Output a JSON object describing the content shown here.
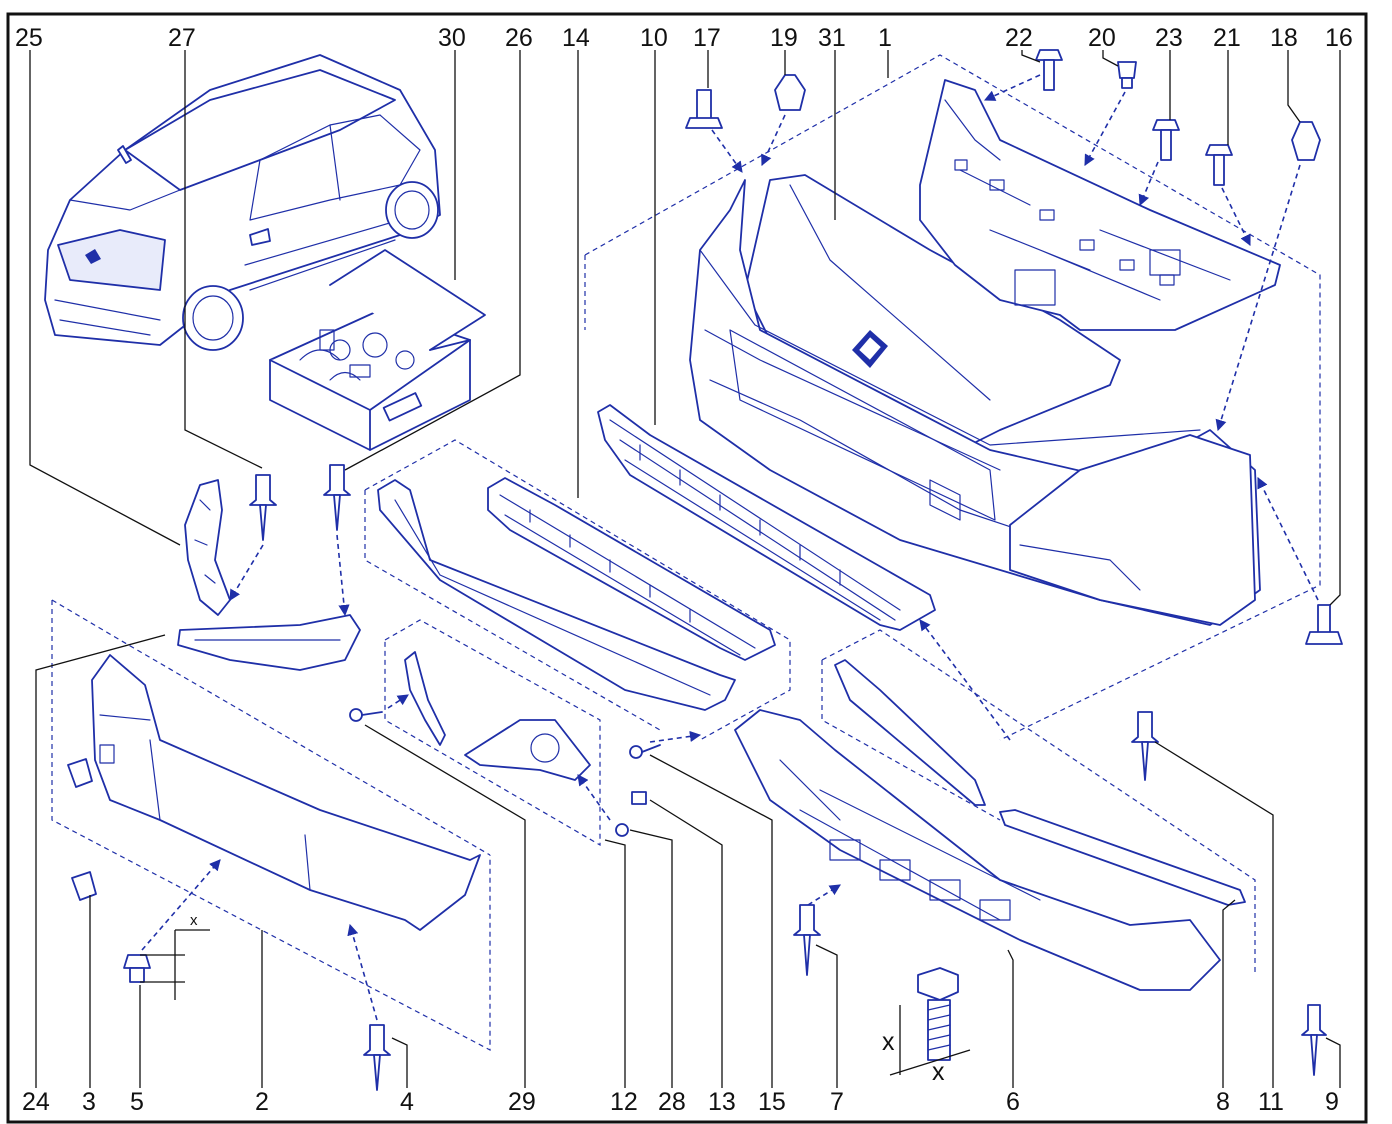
{
  "diagram": {
    "callouts_top": [
      "25",
      "27",
      "30",
      "26",
      "14",
      "10",
      "17",
      "19",
      "31",
      "1",
      "22",
      "20",
      "23",
      "21",
      "18",
      "16"
    ],
    "callouts_bottom": [
      "24",
      "3",
      "5",
      "2",
      "4",
      "29",
      "12",
      "28",
      "13",
      "15",
      "7",
      "6",
      "8",
      "11",
      "9"
    ],
    "dimension_label": "x",
    "colors": {
      "line": "#1f2fa8",
      "frame": "#111111",
      "background": "#ffffff"
    },
    "icons": [
      "hatchback-car-icon",
      "parts-box-icon",
      "screw-icon",
      "clip-icon",
      "rivet-icon"
    ]
  }
}
